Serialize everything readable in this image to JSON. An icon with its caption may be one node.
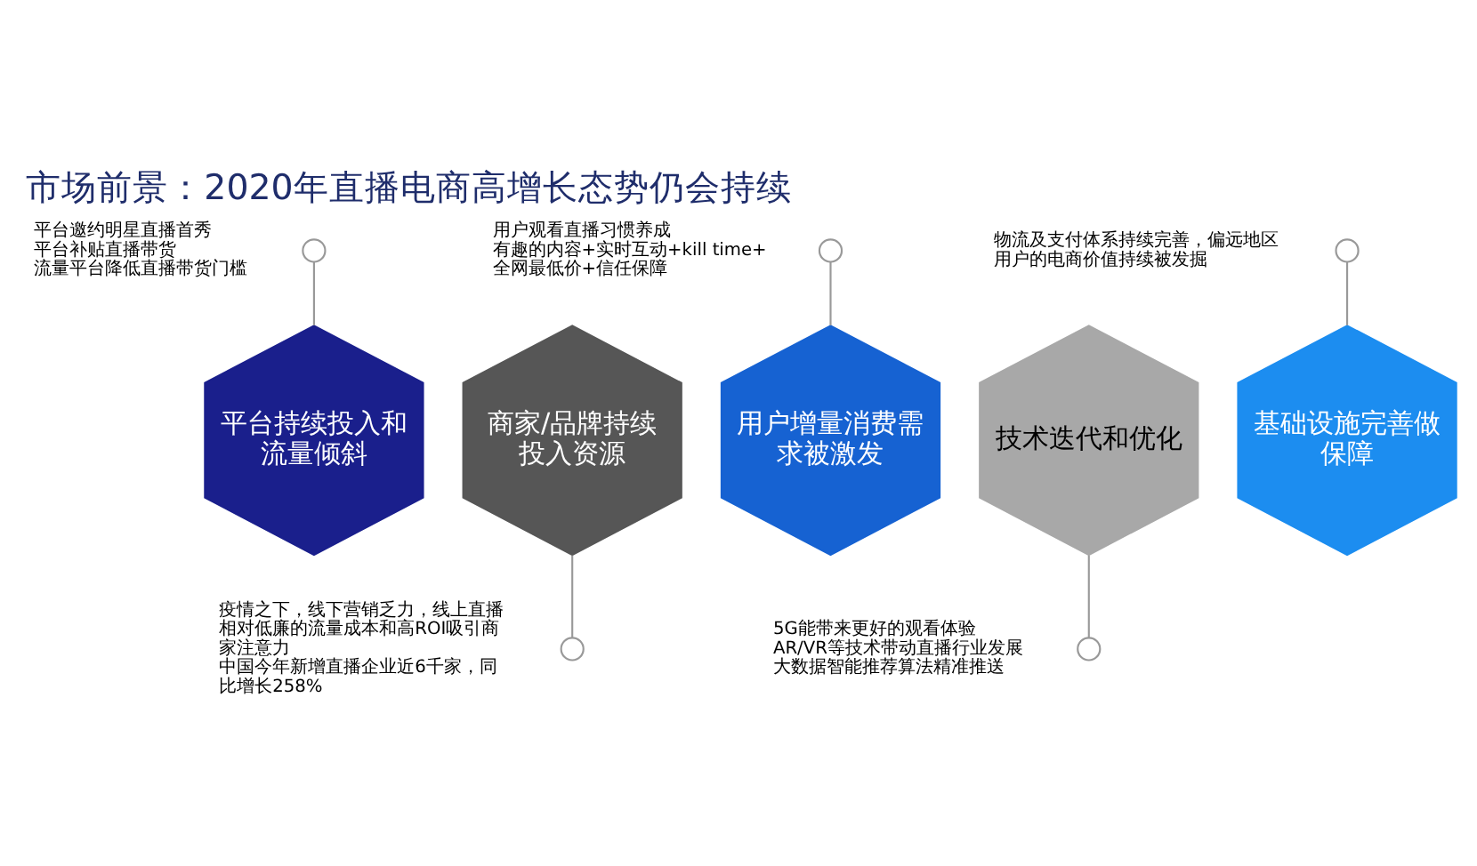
{
  "diagram": {
    "title": "市场前景：2020年直播电商高增长态势仍会持续",
    "nodes": [
      {
        "text": [
          "平台持续投入和流量倾斜"
        ]
      },
      {
        "text": [
          "商家/品牌持续投入资源"
        ]
      },
      {
        "text": [
          "用户增量消费需求被激发"
        ]
      },
      {
        "text": [
          "技术迭代和优化"
        ]
      },
      {
        "text": [
          "基础设施完善做保障"
        ]
      },
      {
        "text": [],
        "shape": "circle",
        "beside": [
          "平台邀约明星直播首秀",
          "平台补贴直播带货",
          "流量平台降低直播带货门槛"
        ]
      },
      {
        "text": [],
        "shape": "circle",
        "beside": [
          "疫情之下，线下营销乏力，线上直播相对低廉的流量成本和高ROI吸引商家注意力",
          "中国今年新增直播企业近6千家，同比增长258%"
        ]
      },
      {
        "text": [],
        "shape": "circle",
        "beside": [
          "用户观看直播习惯养成",
          "有趣的内容+实时互动+kill time+全网最低价+信任保障"
        ]
      },
      {
        "text": [],
        "shape": "circle",
        "beside": [
          "5G能带来更好的观看体验",
          "AR/VR等技术带动直播行业发展",
          "大数据智能推荐算法精准推送"
        ]
      },
      {
        "text": [],
        "shape": "circle",
        "beside": [
          "物流及支付体系持续完善，偏远地区用户的电商价值持续被发掘"
        ]
      }
    ],
    "edges": [
      {
        "from": 5,
        "to": 0,
        "arrow": "none"
      },
      {
        "from": 1,
        "to": 6,
        "arrow": "none"
      },
      {
        "from": 7,
        "to": 2,
        "arrow": "none"
      },
      {
        "from": 3,
        "to": 8,
        "arrow": "none"
      },
      {
        "from": 9,
        "to": 4,
        "arrow": "none"
      }
    ]
  }
}
